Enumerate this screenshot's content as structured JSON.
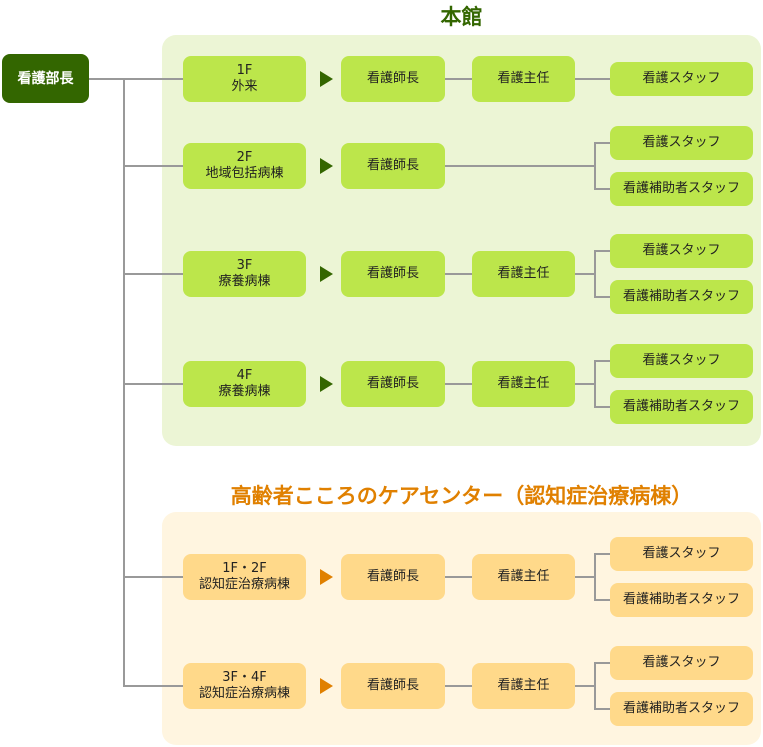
{
  "root": {
    "label": "看護部長"
  },
  "colors": {
    "root": "#336600",
    "green_box": "#bce64b",
    "green_panel": "#ecf5d5",
    "green_title": "#336600",
    "orange_box": "#ffd98a",
    "orange_panel": "#fff5e0",
    "orange_title": "#e08000",
    "orange_arrow": "#e08000"
  },
  "sections": [
    {
      "title": "本館",
      "theme": "green",
      "rows": [
        {
          "floor": "1F",
          "ward": "外来",
          "head": "看護師長",
          "chief": "看護主任",
          "staff": [
            "看護スタッフ"
          ]
        },
        {
          "floor": "2F",
          "ward": "地域包括病棟",
          "head": "看護師長",
          "chief": null,
          "staff": [
            "看護スタッフ",
            "看護補助者スタッフ"
          ]
        },
        {
          "floor": "3F",
          "ward": "療養病棟",
          "head": "看護師長",
          "chief": "看護主任",
          "staff": [
            "看護スタッフ",
            "看護補助者スタッフ"
          ]
        },
        {
          "floor": "4F",
          "ward": "療養病棟",
          "head": "看護師長",
          "chief": "看護主任",
          "staff": [
            "看護スタッフ",
            "看護補助者スタッフ"
          ]
        }
      ]
    },
    {
      "title": "高齢者こころのケアセンター（認知症治療病棟）",
      "theme": "orange",
      "rows": [
        {
          "floor": "1F・2F",
          "ward": "認知症治療病棟",
          "head": "看護師長",
          "chief": "看護主任",
          "staff": [
            "看護スタッフ",
            "看護補助者スタッフ"
          ]
        },
        {
          "floor": "3F・4F",
          "ward": "認知症治療病棟",
          "head": "看護師長",
          "chief": "看護主任",
          "staff": [
            "看護スタッフ",
            "看護補助者スタッフ"
          ]
        }
      ]
    }
  ]
}
